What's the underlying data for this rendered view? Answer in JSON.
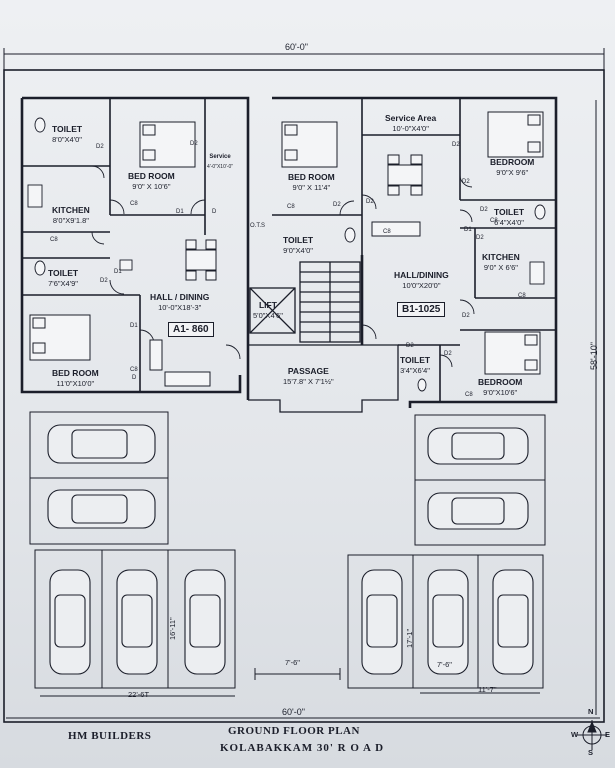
{
  "title": "GROUND FLOOR PLAN",
  "road": "KOLABAKKAM 30' R O A D",
  "builder": "HM BUILDERS",
  "compass": {
    "n": "N",
    "s": "S",
    "e": "E",
    "w": "W"
  },
  "dimensions": {
    "top_width": "60'-0\"",
    "bottom_width": "60'-0\"",
    "right_height": "58'-10\"",
    "parking_left_width": "22'-6T",
    "parking_right_width": "11'-7\"",
    "driveway_width": "7'-6\"",
    "parking_left_depth": "16'-11\"",
    "parking_right_depth": "17'-1\"",
    "stall_width": "7'-6\"",
    "ots": "O.T.S"
  },
  "unit_a": {
    "code": "A1- 860",
    "toilet1": {
      "name": "TOILET",
      "size": "8'0\"X4'0\""
    },
    "kitchen": {
      "name": "KITCHEN",
      "size": "8'0\"X9'1.8\""
    },
    "toilet2": {
      "name": "TOILET",
      "size": "7'6\"X4'9\""
    },
    "bedroom1": {
      "name": "BED ROOM",
      "size": "9'0\" X 10'6\""
    },
    "service": {
      "name": "Service",
      "size": "4'-0\"X10'-0\""
    },
    "hall": {
      "name": "HALL / DINING",
      "size": "10'-0\"X18'-3\""
    },
    "bedroom2": {
      "name": "BED ROOM",
      "size": "11'0\"X10'0\""
    }
  },
  "unit_b": {
    "code": "B1-1025",
    "bedroom1": {
      "name": "BED ROOM",
      "size": "9'0\" X 11'4\""
    },
    "service": {
      "name": "Service Area",
      "size": "10'-0\"X4'0\""
    },
    "bedroom2": {
      "name": "BEDROOM",
      "size": "9'0\"X 9'6\""
    },
    "toilet1": {
      "name": "TOILET",
      "size": "9'0\"X4'0\""
    },
    "toilet2": {
      "name": "TOILET",
      "size": "6'4\"X4'0\""
    },
    "kitchen": {
      "name": "KITCHEN",
      "size": "9'0\" X 6'6\""
    },
    "hall": {
      "name": "HALL/DINING",
      "size": "10'0\"X20'0\""
    },
    "toilet3": {
      "name": "TOILET",
      "size": "3'4\"X6'4\""
    },
    "bedroom3": {
      "name": "BEDROOM",
      "size": "9'0\"X10'6\""
    }
  },
  "common": {
    "lift": {
      "name": "LIFT",
      "size": "5'0\"X4'6\""
    },
    "passage": {
      "name": "PASSAGE",
      "size": "15'7.8\" X 7'1½\""
    }
  },
  "door_tags": [
    "D2",
    "D2",
    "D1",
    "D",
    "D1",
    "D2",
    "D1",
    "D",
    "D2",
    "D2",
    "D2",
    "D2",
    "D2",
    "D1",
    "D2",
    "D2",
    "D2",
    "D2"
  ],
  "window_tags": [
    "C8",
    "C8",
    "C8",
    "C8",
    "C8",
    "C8",
    "C8",
    "C8"
  ]
}
